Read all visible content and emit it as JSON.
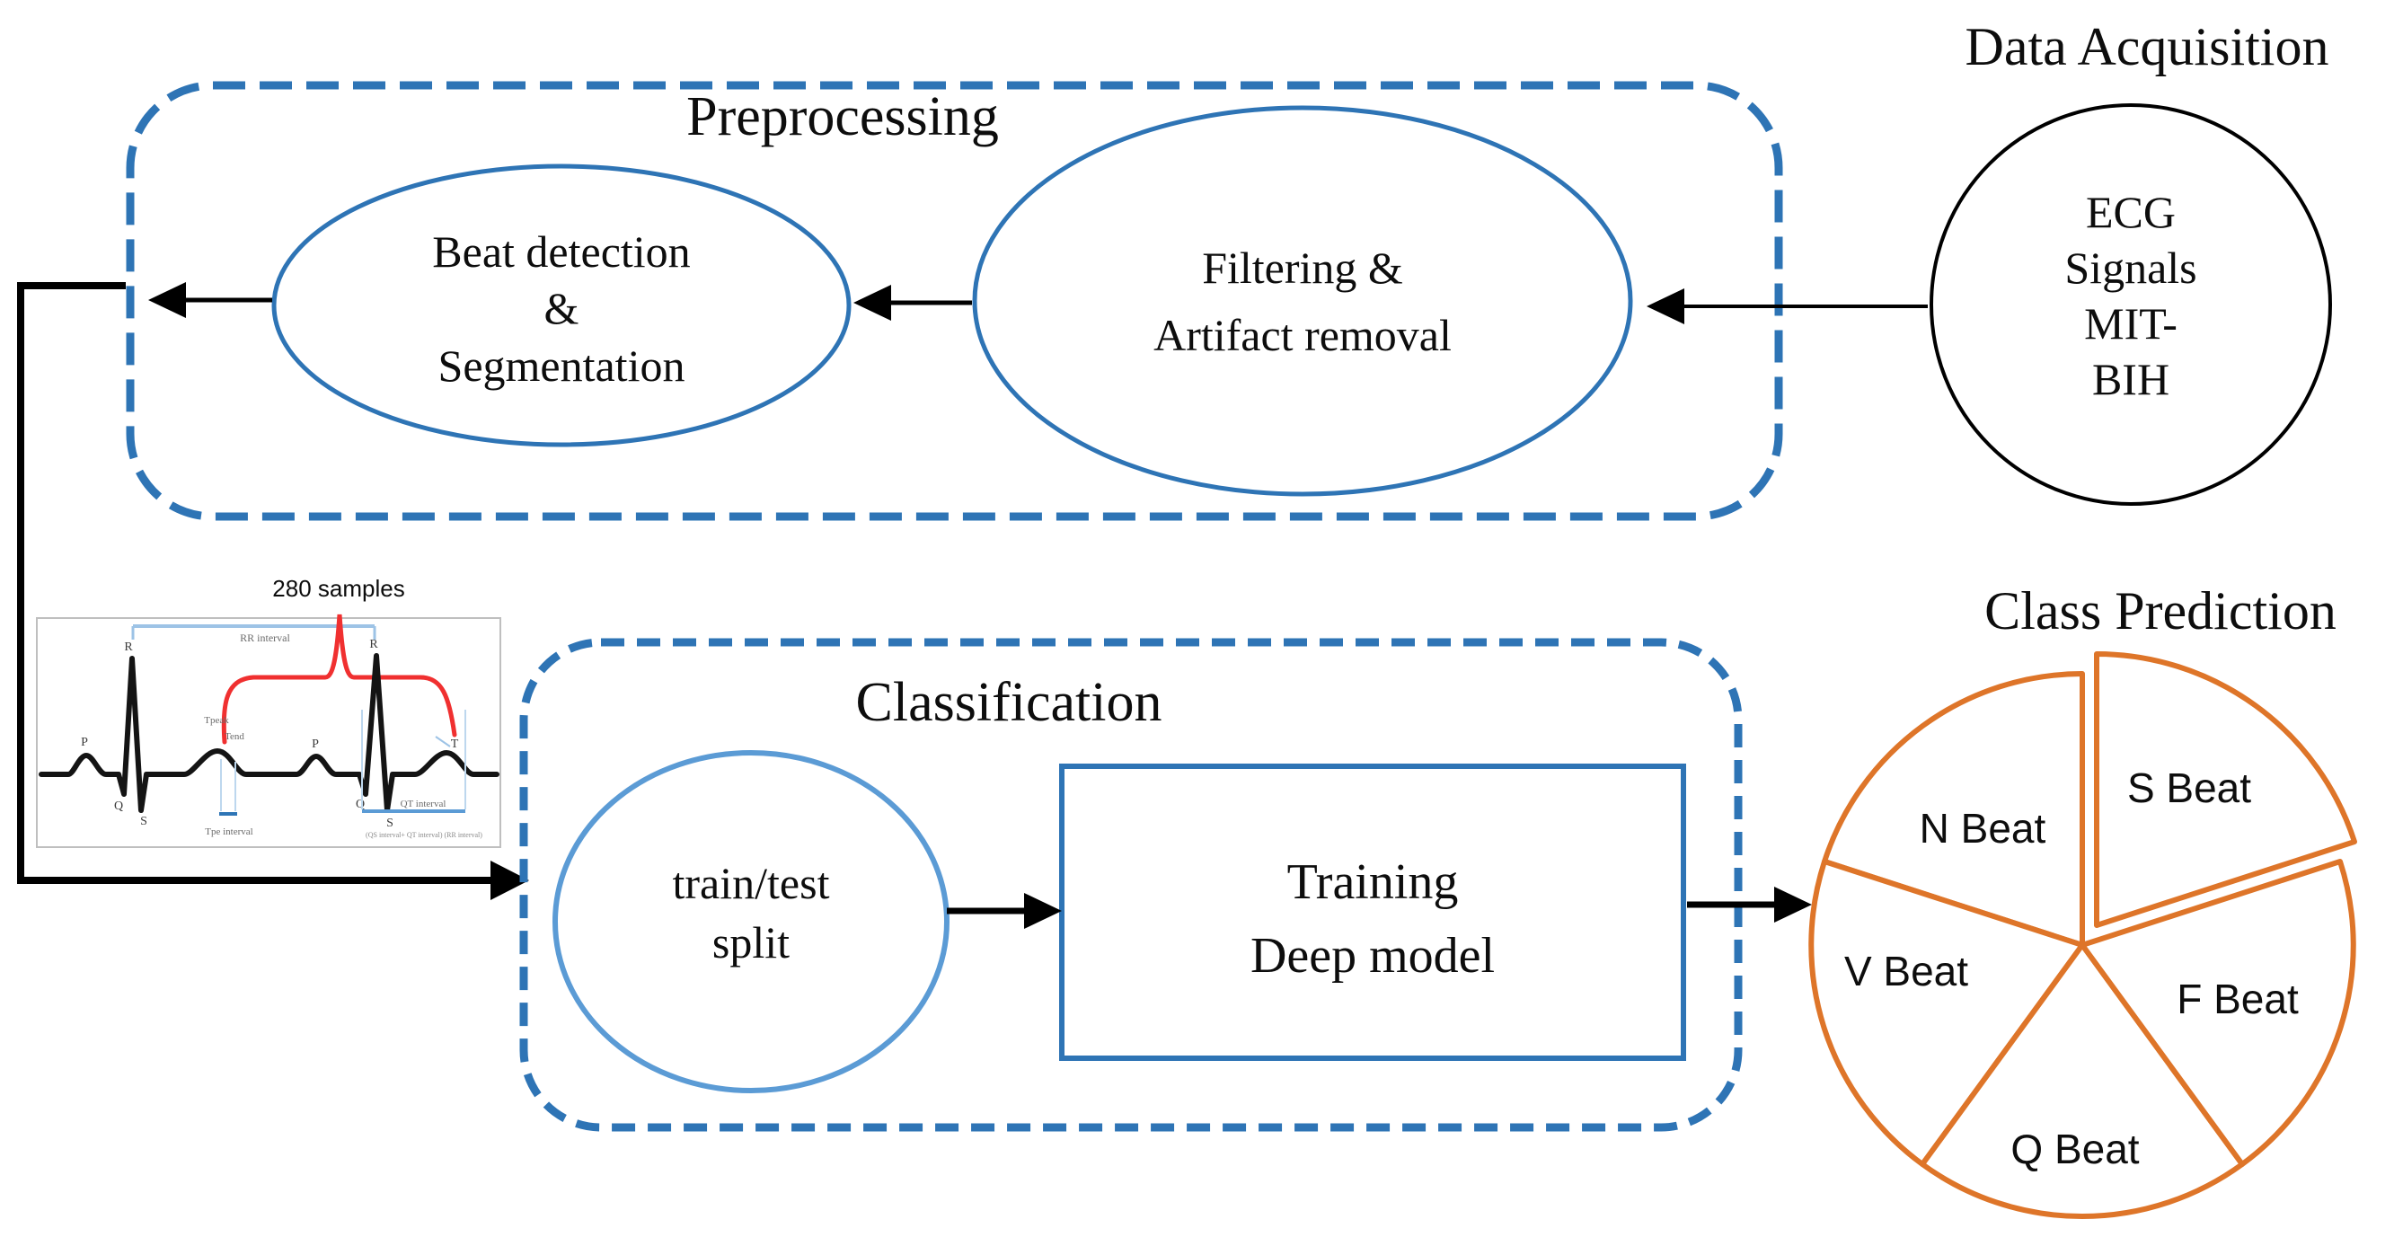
{
  "titles": {
    "data_acquisition": "Data Acquisition",
    "class_prediction": "Class Prediction"
  },
  "preprocessing": {
    "title": "Preprocessing",
    "beat_ellipse": {
      "line1": "Beat detection",
      "line2": "&",
      "line3": "Segmentation"
    },
    "filter_ellipse": {
      "line1": "Filtering &",
      "line2": "Artifact removal"
    }
  },
  "acquisition_circle": {
    "line1": "ECG",
    "line2": "Signals",
    "line3": "MIT-",
    "line4": "BIH"
  },
  "classification": {
    "title": "Classification",
    "split_circle": {
      "line1": "train/test",
      "line2": "split"
    },
    "training_box": {
      "line1": "Training",
      "line2": "Deep model"
    }
  },
  "pie": {
    "labels": {
      "n": "N Beat",
      "s": "S Beat",
      "f": "F Beat",
      "q": "Q Beat",
      "v": "V Beat"
    }
  },
  "ecg_inset": {
    "samples": "280 samples",
    "rr": "RR interval",
    "tpeak": "Tpeak",
    "tend": "Tend",
    "tpe": "Tpe interval",
    "qt": "QT interval",
    "caption": "(QS interval+ QT interval) (RR interval)",
    "p1": "P",
    "q1": "Q",
    "r1": "R",
    "s1": "S",
    "p2": "P",
    "q2": "Q",
    "r2": "R",
    "s2": "S",
    "t2": "T"
  },
  "colors": {
    "dashed_box": "#2E74B5",
    "ellipse_stroke": "#2E74B5",
    "light_circle_stroke": "#5B9BD5",
    "training_rect_stroke": "#2E74B5",
    "acquisition_circle_stroke": "#000000",
    "pie_stroke": "#DE7529",
    "arrow": "#000000",
    "red_annotation": "#F03030",
    "rr_bracket": "#9DC3E6",
    "tick_blue": "#BDD7EE",
    "bracket_blue": "#2E75B6"
  }
}
